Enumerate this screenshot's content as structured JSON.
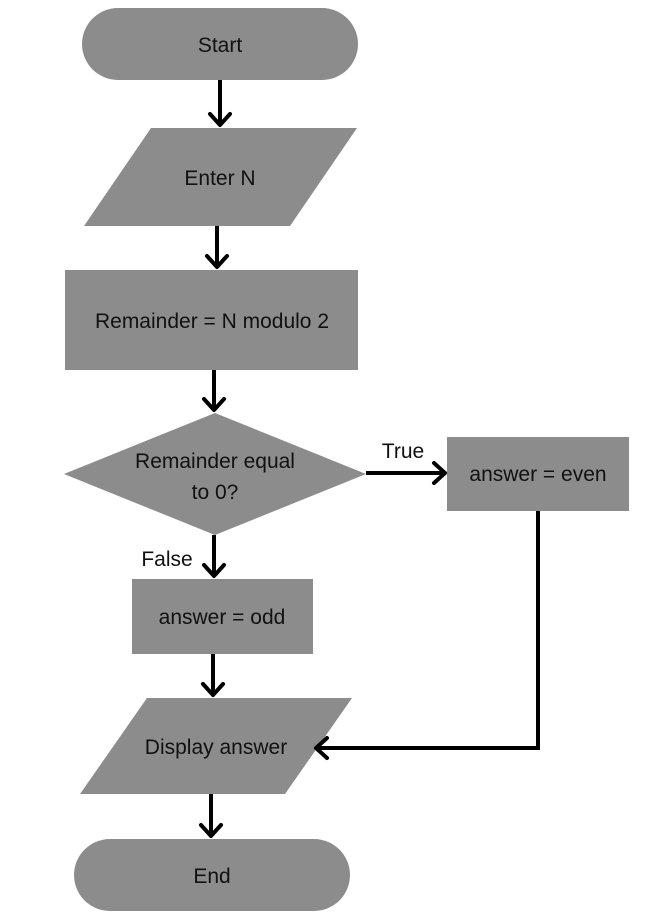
{
  "colors": {
    "shape_fill": "#8c8c8c",
    "text": "#111111",
    "connector": "#000000",
    "background": "#ffffff"
  },
  "nodes": {
    "start": "Start",
    "input": "Enter N",
    "process": "Remainder = N modulo 2",
    "decision_line1": "Remainder equal",
    "decision_line2": "to 0?",
    "even": "answer = even",
    "odd": "answer = odd",
    "output": "Display answer",
    "end": "End"
  },
  "edges": {
    "true_label": "True",
    "false_label": "False"
  }
}
